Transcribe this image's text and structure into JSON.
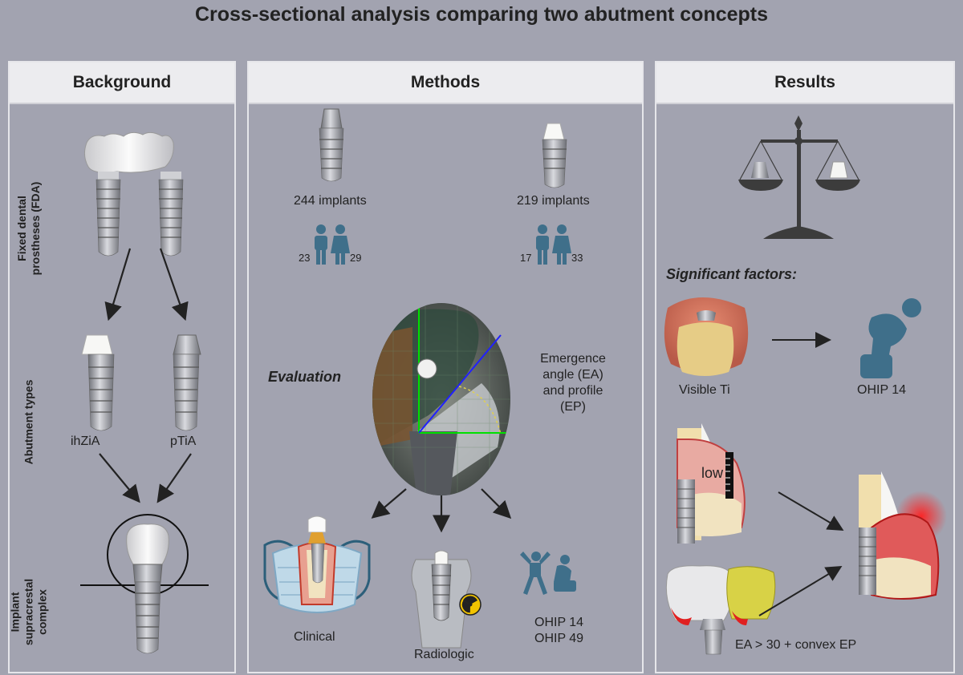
{
  "title": "Cross-sectional analysis comparing two abutment concepts",
  "panels": {
    "background": {
      "header": "Background",
      "side_labels": {
        "fda": "Fixed dental prostheses (FDA)",
        "abutment_types": "Abutment types",
        "supracrestal": "Implant supracrestal complex"
      },
      "ihzia": "ihZiA",
      "ptia": "pTiA"
    },
    "methods": {
      "header": "Methods",
      "group_left": {
        "implants": "244 implants",
        "men": "23",
        "women": "29"
      },
      "group_right": {
        "implants": "219 implants",
        "men": "17",
        "women": "33"
      },
      "evaluation": "Evaluation",
      "emergence": "Emergence angle (EA) and profile (EP)",
      "clinical": "Clinical",
      "radiologic": "Radiologic",
      "ohip14": "OHIP 14",
      "ohip49": "OHIP 49"
    },
    "results": {
      "header": "Results",
      "significant": "Significant factors:",
      "visible_ti": "Visible Ti",
      "ohip14": "OHIP 14",
      "low": "low",
      "ea_convex": "EA > 30 + convex EP"
    }
  },
  "colors": {
    "background": "#a2a3b0",
    "panel_header": "#ececef",
    "person_icon": "#3f6f8a",
    "arrow": "#222222"
  }
}
